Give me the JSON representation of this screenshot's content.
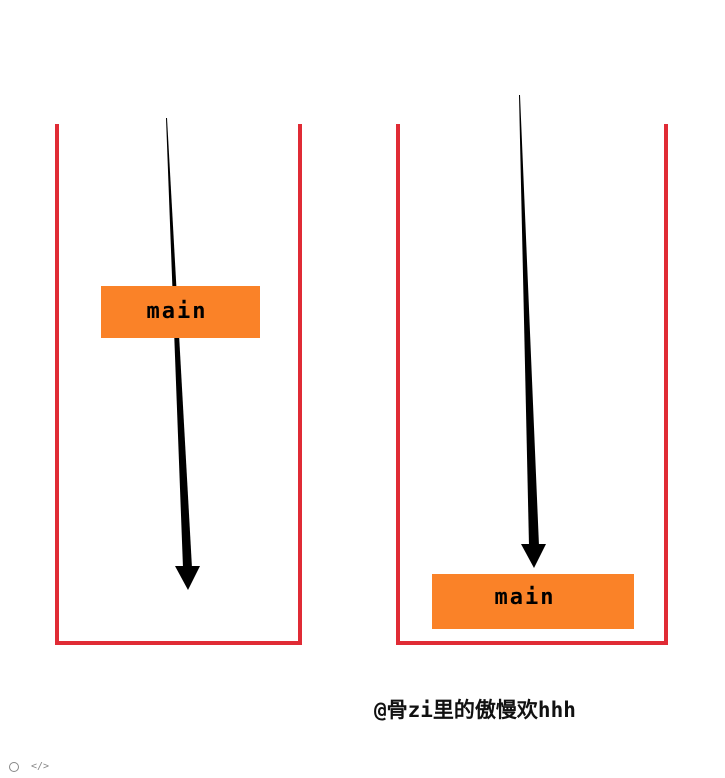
{
  "colors": {
    "stack_border": "#e02b35",
    "box_fill": "#fa8228",
    "arrow": "#000000"
  },
  "stacks": [
    {
      "name": "stack-left",
      "box_label": "main",
      "box_position": "top",
      "arrow_direction": "down"
    },
    {
      "name": "stack-right",
      "box_label": "main",
      "box_position": "bottom",
      "arrow_direction": "down"
    }
  ],
  "watermark": "@骨zi里的傲慢欢hhh",
  "icons": {
    "circle": "circle-icon",
    "code": "code-icon"
  }
}
